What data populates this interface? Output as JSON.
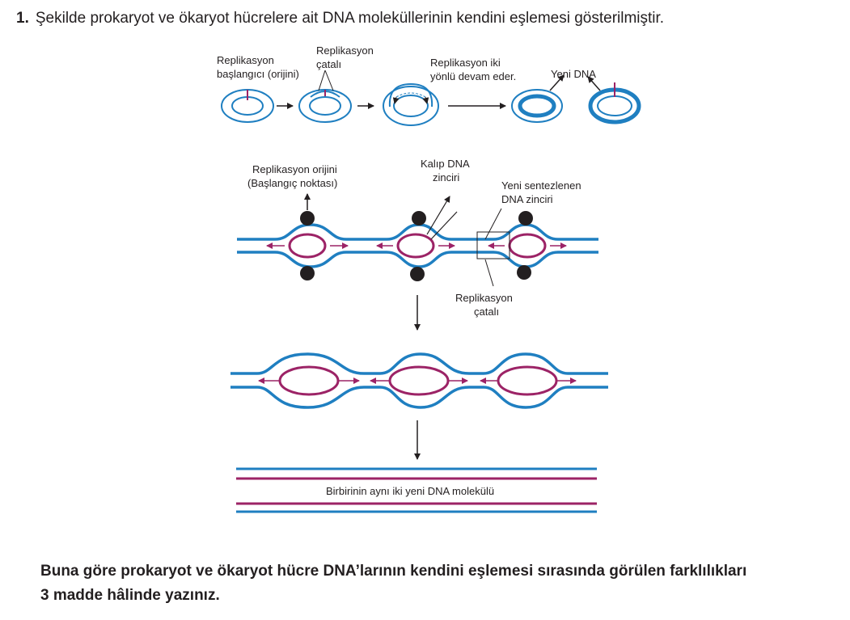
{
  "question": {
    "number": "1.",
    "text": "Şekilde prokaryot ve ökaryot hücrelere ait DNA moleküllerinin kendini eşlemesi gösterilmiştir.",
    "prompt_line1": "Buna göre prokaryot ve ökaryot hücre DNA’larının kendini eşlemesi sırasında görülen farklılıkları",
    "prompt_line2": "3 madde hâlinde yazınız."
  },
  "prokaryote": {
    "origin_line1": "Replikasyon",
    "origin_line2": "başlangıcı (orijini)",
    "fork_line1": "Replikasyon",
    "fork_line2": "çatalı",
    "bidirectional_line1": "Replikasyon iki",
    "bidirectional_line2": "yönlü devam eder.",
    "new_dna": "Yeni DNA"
  },
  "eukaryote": {
    "origin_line1": "Replikasyon orijini",
    "origin_line2": "(Başlangıç noktası)",
    "template_line1": "Kalıp DNA",
    "template_line2": "zinciri",
    "new_strand_line1": "Yeni sentezlenen",
    "new_strand_line2": "DNA zinciri",
    "fork_line1": "Replikasyon",
    "fork_line2": "çatalı",
    "result": "Birbirinin aynı iki yeni DNA molekülü"
  },
  "colors": {
    "template": "#1f7fc1",
    "new_strand": "#9c2366",
    "text": "#231f20",
    "marker": "#231f20"
  }
}
